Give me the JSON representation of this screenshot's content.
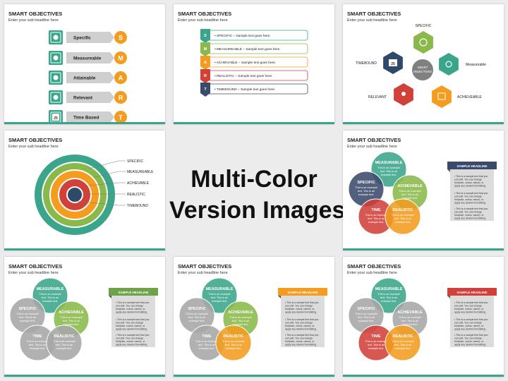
{
  "headline": {
    "line1": "Multi-Color",
    "line2": "Version Images"
  },
  "slide_title": "SMART OBJECTIVES",
  "slide_sub": "Enter your sub headline here",
  "s1": {
    "rows": [
      {
        "label": "Specific",
        "letter": "S"
      },
      {
        "label": "Measureable",
        "letter": "M"
      },
      {
        "label": "Attainable",
        "letter": "A"
      },
      {
        "label": "Relevant",
        "letter": "R"
      },
      {
        "label": "Time Based",
        "letter": "T"
      }
    ],
    "cal_num": "25"
  },
  "s2": {
    "rows": [
      {
        "letter": "S",
        "text": "SPECIFIC – Sample text goes here."
      },
      {
        "letter": "M",
        "text": "MEASUREABLE – Sample text goes here."
      },
      {
        "letter": "A",
        "text": "ACHIEVABLE – Sample text goes here."
      },
      {
        "letter": "R",
        "text": "REALISTIC – Sample text goes here."
      },
      {
        "letter": "T",
        "text": "TIMEBOUND – Sample text goes here."
      }
    ]
  },
  "s3": {
    "center": [
      "SMART",
      "OBJECTIVES"
    ],
    "specific": "SPECIFIC",
    "measureable": "Measureable",
    "achieveable": "ACHIEVEABLE",
    "relevant": "RELEVANT",
    "timebound": "TIMEBOUND",
    "cal_num": "25"
  },
  "s4": {
    "labels": [
      "SPECIFIC",
      "MEASUREABLE",
      "ACHIEVABLE",
      "REALISTIC",
      "TIMEBOUND"
    ]
  },
  "circ": {
    "labels": {
      "measurable": "MEASURABLE",
      "specific": "SPECIFIC",
      "achievable": "ACHIEVABLE",
      "time": "TIME",
      "realistic": "REALISTIC"
    },
    "body": [
      "This is an example",
      "text. This is an",
      "example text."
    ],
    "panel_title": "SAMPLE HEADLINE",
    "bullet": [
      "This is a sample text that you",
      "can edit. You can change",
      "font(size, colour, name), or",
      "apply any desired formatting."
    ]
  },
  "colors": {
    "teal": "#3aa58a",
    "orange": "#f39c1f",
    "green": "#8ab84a",
    "red": "#d2403a",
    "darkblue": "#2f4a68",
    "purple": "#8e3b8e",
    "gray": "#9a9a9a",
    "navy": "#3b4a6b",
    "olive": "#6ea24a"
  }
}
